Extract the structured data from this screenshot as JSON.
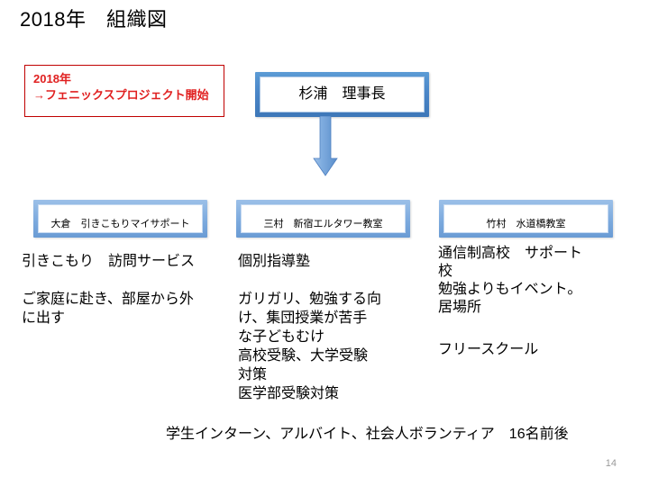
{
  "slide": {
    "title": "2018年　組織図",
    "page_number": "14"
  },
  "callout": {
    "text": "2018年\n→フェニックスプロジェクト開始",
    "border_color": "#C00000",
    "text_color": "#E02020"
  },
  "org_chart": {
    "root": {
      "label": "杉浦　理事長",
      "fill_color": "#4A86C8"
    },
    "connector": {
      "icon": "down-arrow-icon",
      "color": "#6A9BD4"
    },
    "units": [
      {
        "box_label": "大倉　引きこもりマイサポート",
        "heading": "引きこもり　訪問サービス",
        "body": "ご家庭に赴き、部屋から外\nに出す",
        "note": ""
      },
      {
        "box_label": "三村　新宿エルタワー教室",
        "heading": "個別指導塾",
        "body": "ガリガリ、勉強する向\nけ、集団授業が苦手\nな子どもむけ\n高校受験、大学受験\n対策\n医学部受験対策",
        "note": ""
      },
      {
        "box_label": "竹村　水道橋教室",
        "heading": "",
        "body": "通信制高校　サポート\n校\n勉強よりもイベント。\n居場所",
        "note": "フリースクール"
      }
    ],
    "box_fill_color": "#7FACDF"
  },
  "footer": {
    "text": "学生インターン、アルバイト、社会人ボランティア　16名前後"
  }
}
